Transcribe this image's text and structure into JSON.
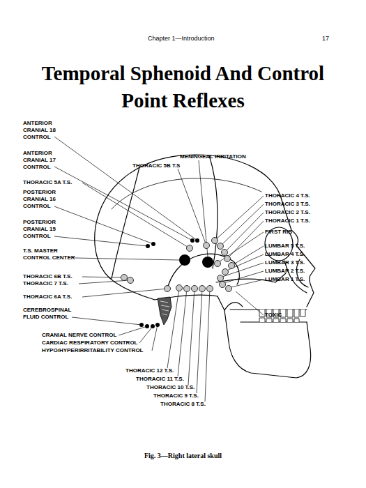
{
  "diagram": {
    "title": "Temporal Sphenoid And Control Point Reflexes",
    "caption": "Fig. 3—Right lateral skull",
    "labels": [
      "Chapter 1—Introduction",
      "17",
      "ANTERIOR CRANIAL 18 CONTROL",
      "ANTERIOR CRANIAL 17 CONTROL",
      "THORACIC 5A T.S.",
      "POSTERIOR CRANIAL 16 CONTROL",
      "POSTERIOR CRANIAL 15 CONTROL",
      "T.S. MASTER CONTROL CENTER",
      "THORACIC 6B T.S.",
      "THORACIC 7 T.S.",
      "THORACIC 6A T.S.",
      "CEREBROSPINAL FLUID CONTROL",
      "CRANIAL NERVE CONTROL",
      "CARDIAC RESPIRATORY CONTROL",
      "HYPO/HYPERIRRITABILITY CONTROL",
      "MENINGEAL IRRITATION",
      "THORACIC 5B T.S",
      "THORACIC 4 T.S.",
      "THORACIC 3 T.S.",
      "THORACIC 2 T.S.",
      "THORACIC 1 T.S.",
      "FIRST RIB",
      "LUMBAR 5 T.S.",
      "LUMBAR 4 T.S.",
      "LUMBAR 3 T.S.",
      "LUMBAR 2 T.S.",
      "LUMBAR 1 T.S.",
      "TOXIC",
      "THORACIC 12 T.S.",
      "THORACIC 11 T.S.",
      "THORACIC 10 T.S.",
      "THORACIC 9 T.S.",
      "THORACIC 8 T.S."
    ]
  }
}
